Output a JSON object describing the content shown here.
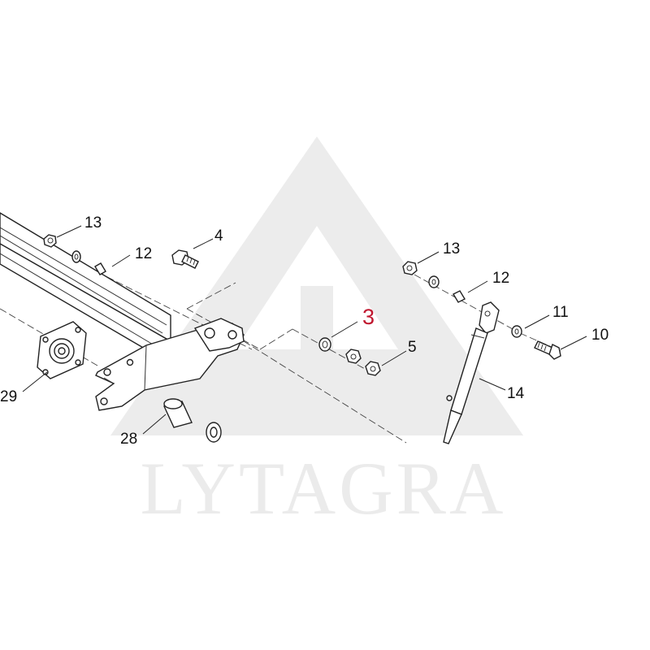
{
  "watermark": {
    "brand": "LYTAGRA",
    "logo": "lytagra-triangle-logo",
    "color": "#ebebeb"
  },
  "highlight_color": "#c0172f",
  "callouts": [
    {
      "id": "13a",
      "text": "13"
    },
    {
      "id": "12a",
      "text": "12"
    },
    {
      "id": "4",
      "text": "4"
    },
    {
      "id": "3",
      "text": "3",
      "highlighted": true
    },
    {
      "id": "5",
      "text": "5"
    },
    {
      "id": "13b",
      "text": "13"
    },
    {
      "id": "12b",
      "text": "12"
    },
    {
      "id": "11",
      "text": "11"
    },
    {
      "id": "10",
      "text": "10"
    },
    {
      "id": "14",
      "text": "14"
    },
    {
      "id": "29",
      "text": "29"
    },
    {
      "id": "28",
      "text": "28"
    }
  ]
}
